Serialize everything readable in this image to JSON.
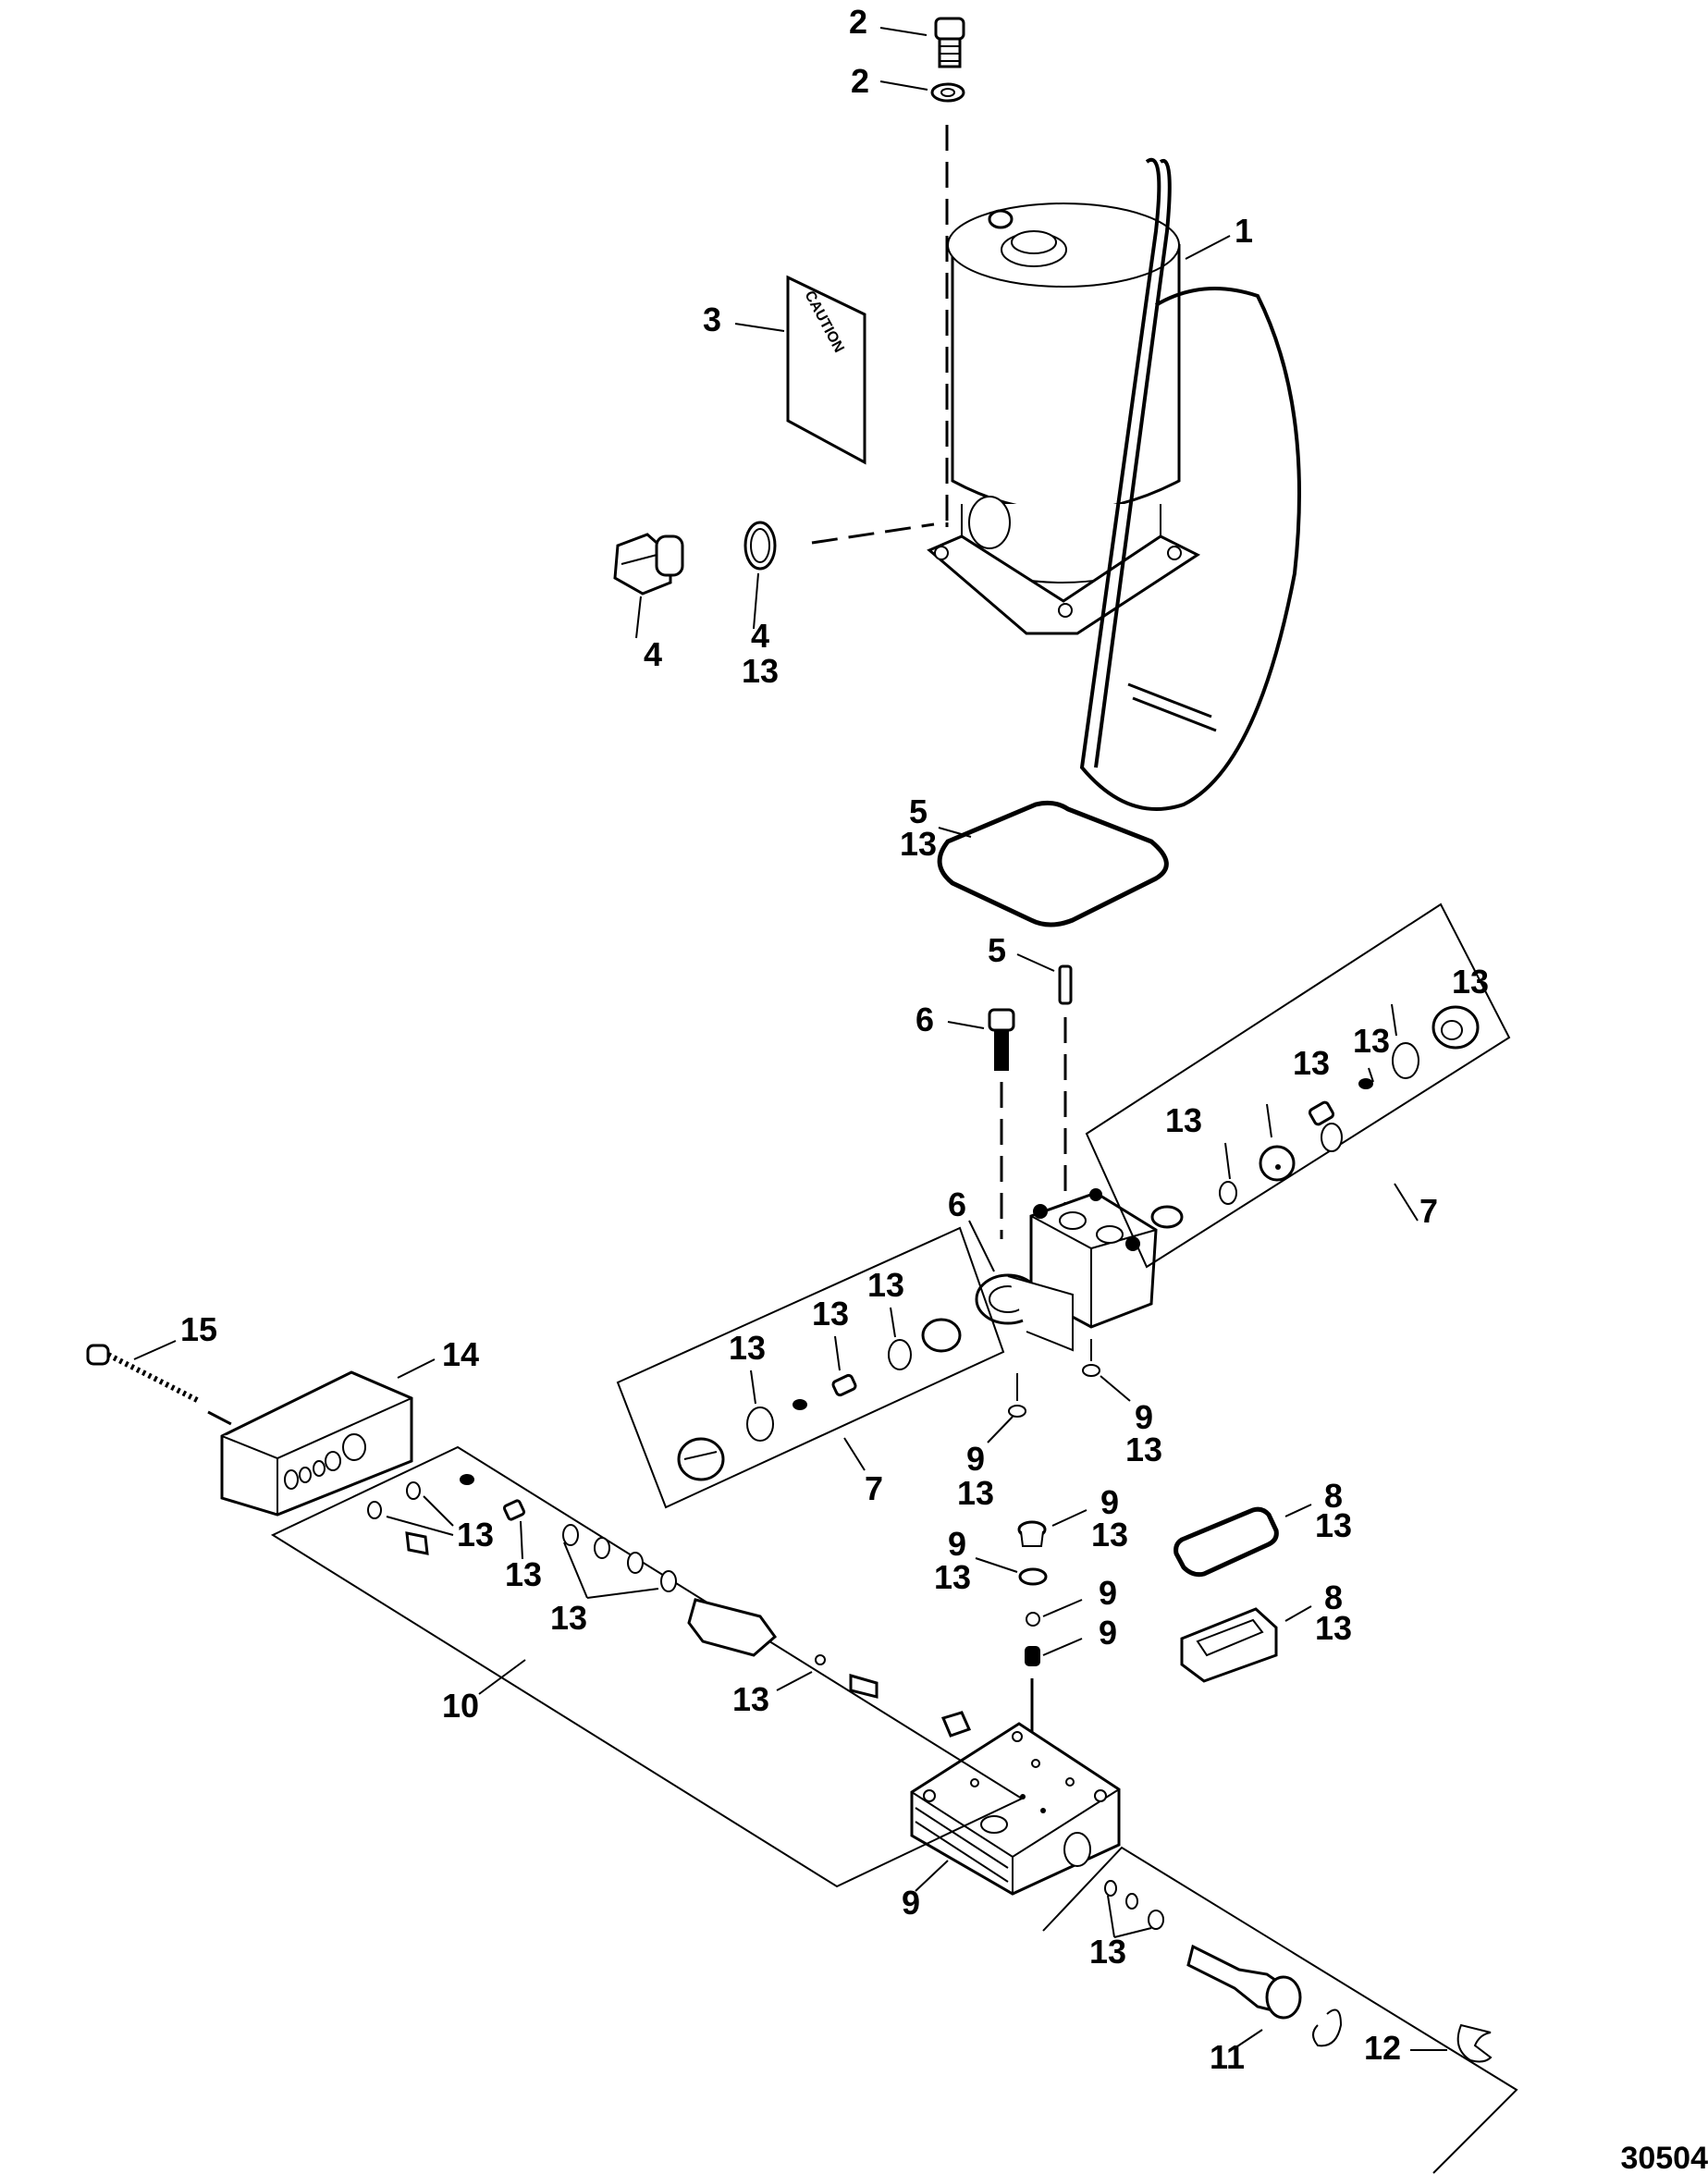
{
  "diagram": {
    "title": "Trim pump exploded parts diagram",
    "figure_number": "30504",
    "caution_decal_text": "CAUTION",
    "callouts": {
      "c1": "1",
      "c2a": "2",
      "c2b": "2",
      "c3": "3",
      "c4a": "4",
      "c4b": "4",
      "c4b_sub": "13",
      "c5a": "5",
      "c5a_sub": "13",
      "c5b": "5",
      "c6a": "6",
      "c6b": "6",
      "c7a": "7",
      "c7b": "7",
      "c7a_13_1": "13",
      "c7a_13_2": "13",
      "c7a_13_3": "13",
      "c7a_13_4": "13",
      "c7b_13_1": "13",
      "c7b_13_2": "13",
      "c7b_13_3": "13",
      "c8a": "8",
      "c8a_sub": "13",
      "c8b": "8",
      "c8b_sub": "13",
      "c9a": "9",
      "c9a_sub": "13",
      "c9b": "9",
      "c9b_sub": "13",
      "c9c": "9",
      "c9c_sub": "13",
      "c9d": "9",
      "c9d_sub": "13",
      "c9e": "9",
      "c9f": "9",
      "c9g": "9",
      "c10": "10",
      "c10_13_1": "13",
      "c10_13_2": "13",
      "c10_13_3": "13",
      "c10_13_4": "13",
      "c11": "11",
      "c11_13": "13",
      "c12": "12",
      "c14": "14",
      "c15": "15"
    }
  }
}
